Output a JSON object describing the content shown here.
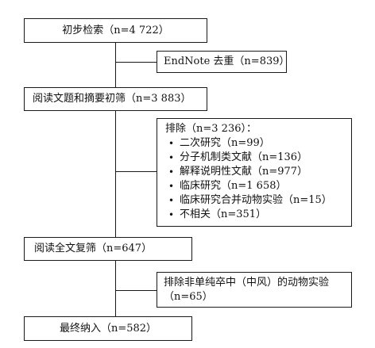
{
  "flow": {
    "initial_search": "初步检索（n=4 722）",
    "dedupe": "EndNote 去重（n=839）",
    "screen_title_abstract": "阅读文题和摘要初筛（n=3 883）",
    "exclude_title": "排除（n=3 236）：",
    "exclude_items": [
      "二次研究（n=99）",
      "分子机制类文献（n=136）",
      "解释说明性文献（n=977）",
      "临床研究（n=1 658）",
      "临床研究合并动物实验（n=15）",
      "不相关（n=351）"
    ],
    "fulltext_screen": "阅读全文复筛（n=647）",
    "exclude_nonstroke_line1": "排除非单纯卒中（中风）的动物实验",
    "exclude_nonstroke_line2": "（n=65）",
    "final_included": "最终纳入（n=582）"
  }
}
